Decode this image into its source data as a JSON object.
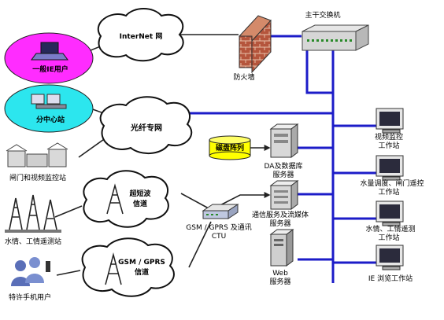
{
  "labels": {
    "internet": "InterNet 网",
    "firewall": "防火墙",
    "switch": "主干交换机",
    "general_users": "一般IE用户",
    "sub_center": "分中心站",
    "fiber_network": "光纤专网",
    "gate_stations": "闸门和视频监控站",
    "disk_array": "磁盘阵列",
    "db_server": [
      "DA及数据库",
      "服务器"
    ],
    "comm_server": [
      "通信服务及流媒体",
      "服务器"
    ],
    "web_server": [
      "Web",
      "服务器"
    ],
    "ws_video": [
      "视频监控",
      "工作站"
    ],
    "ws_dispatch": [
      "水量调度、闸门遥控",
      "工作站"
    ],
    "ws_telemetry": [
      "水情、工情遥测",
      "工作站"
    ],
    "ws_browse": "IE 浏览工作站",
    "shortwave": [
      "超短波",
      "信道"
    ],
    "ctu": [
      "GSM / GPRS 及通讯",
      "CTU"
    ],
    "telemetry_stations": "水情、工情遥测站",
    "gsm_channel": [
      "GSM / GPRS",
      "信道"
    ],
    "mobile_users": "特许手机用户"
  },
  "colors": {
    "backbone": "#1c1cc8",
    "users_ellipse": "#ff2cff",
    "subcenter_ellipse": "#2ce6ee",
    "disk": "#ffff00",
    "firewall": "#b5553c"
  }
}
